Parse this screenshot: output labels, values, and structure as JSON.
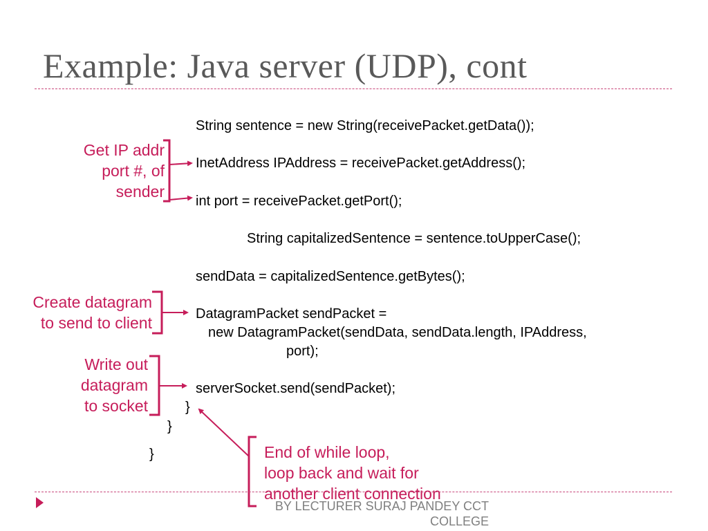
{
  "slide": {
    "title": "Example: Java server (UDP), cont",
    "code": {
      "line1": "String sentence = new String(receivePacket.getData());",
      "line2": "InetAddress IPAddress = receivePacket.getAddress();",
      "line3": "int port = receivePacket.getPort();",
      "line4": "String capitalizedSentence = sentence.toUpperCase();",
      "line5": "sendData = capitalizedSentence.getBytes();",
      "line6": "DatagramPacket sendPacket =",
      "line7": "new DatagramPacket(sendData, sendData.length, IPAddress,",
      "line8": "port);",
      "line9": "serverSocket.send(sendPacket);",
      "brace1": "}",
      "brace2": "}",
      "brace3": "}"
    },
    "annotations": {
      "sender": [
        "Get IP addr",
        "port #, of",
        "sender"
      ],
      "create": [
        "Create datagram",
        "to send to client"
      ],
      "write": [
        "Write out",
        "datagram",
        "to socket"
      ],
      "loop": [
        "End of while loop,",
        "loop back and wait for",
        "another client connection"
      ]
    },
    "footer": [
      "BY LECTURER SURAJ PANDEY CCT",
      "COLLEGE"
    ],
    "colors": {
      "accent": "#c61d5a",
      "title": "#595959",
      "rule": "#c8467a"
    }
  }
}
